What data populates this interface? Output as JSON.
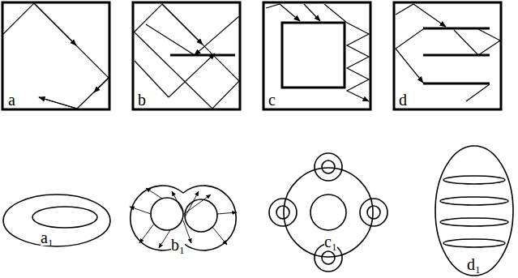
{
  "diagram": {
    "labels": [
      "a",
      "b",
      "c",
      "d",
      "a₁",
      "b₁",
      "c₁",
      "d₁"
    ]
  }
}
